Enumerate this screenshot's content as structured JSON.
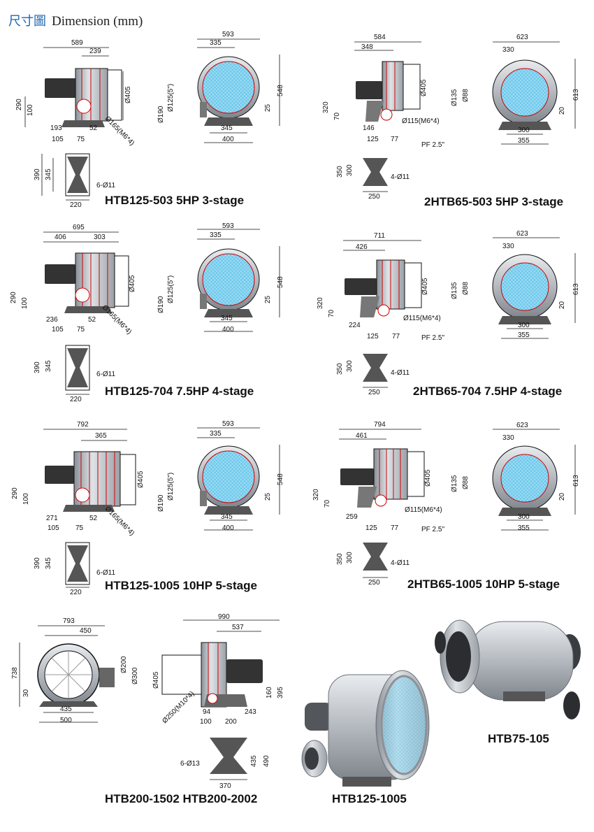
{
  "page": {
    "title_cjk": "尺寸圖",
    "title_en": "Dimension (mm)"
  },
  "blocks": [
    {
      "id": "htb125-503",
      "title": "HTB125-503 5HP 3-stage",
      "side_view": {
        "overall": "589",
        "outlet": "239",
        "diameter": "Ø405",
        "height": "290",
        "center": "100",
        "motor": "193",
        "offset": "52",
        "flange": "Ø165(M6*4)"
      },
      "front_view": {
        "width": "593",
        "half": "335",
        "inlet": "Ø125(5\")",
        "inlet_flange": "Ø190",
        "height": "548",
        "base_h": "25",
        "base_in": "345",
        "base_out": "400"
      },
      "base_view": {
        "a": "105",
        "b": "75",
        "outer": "390",
        "inner": "345",
        "holes": "6-Ø11",
        "width": "220"
      }
    },
    {
      "id": "2htb65-503",
      "title": "2HTB65-503 5HP 3-stage",
      "side_view": {
        "overall": "584",
        "outlet": "348",
        "diameter": "Ø405",
        "height": "320",
        "center": "70",
        "motor": "146",
        "flange": "Ø115(M6*4)",
        "a": "125",
        "b": "77",
        "pf": "PF 2.5\""
      },
      "front_view": {
        "width": "623",
        "half": "330",
        "inlet": "Ø135",
        "inlet_in": "Ø88",
        "height": "613",
        "base_h": "20",
        "base_in": "300",
        "base_out": "355"
      },
      "base_view": {
        "outer": "350",
        "inner": "300",
        "holes": "4-Ø11",
        "width": "250"
      }
    },
    {
      "id": "htb125-704",
      "title": "HTB125-704 7.5HP 4-stage",
      "side_view": {
        "overall": "695",
        "motor_len": "406",
        "outlet": "303",
        "diameter": "Ø405",
        "height": "290",
        "center": "100",
        "motor": "236",
        "offset": "52",
        "flange": "Ø165(M6*4)"
      },
      "front_view": {
        "width": "593",
        "half": "335",
        "inlet": "Ø125(5\")",
        "inlet_flange": "Ø190",
        "height": "548",
        "base_h": "25",
        "base_in": "345",
        "base_out": "400"
      },
      "base_view": {
        "a": "105",
        "b": "75",
        "outer": "390",
        "inner": "345",
        "holes": "6-Ø11",
        "width": "220"
      }
    },
    {
      "id": "2htb65-704",
      "title": "2HTB65-704 7.5HP 4-stage",
      "side_view": {
        "overall": "711",
        "outlet": "426",
        "diameter": "Ø405",
        "height": "320",
        "center": "70",
        "motor": "224",
        "flange": "Ø115(M6*4)",
        "a": "125",
        "b": "77",
        "pf": "PF 2.5\""
      },
      "front_view": {
        "width": "623",
        "half": "330",
        "inlet": "Ø135",
        "inlet_in": "Ø88",
        "height": "613",
        "base_h": "20",
        "base_in": "300",
        "base_out": "355"
      },
      "base_view": {
        "outer": "350",
        "inner": "300",
        "holes": "4-Ø11",
        "width": "250"
      }
    },
    {
      "id": "htb125-1005",
      "title": "HTB125-1005 10HP 5-stage",
      "side_view": {
        "overall": "792",
        "outlet": "365",
        "diameter": "Ø405",
        "height": "290",
        "center": "100",
        "motor": "271",
        "offset": "52",
        "flange": "Ø165(M6*4)"
      },
      "front_view": {
        "width": "593",
        "half": "335",
        "inlet": "Ø125(5\")",
        "inlet_flange": "Ø190",
        "height": "548",
        "base_h": "25",
        "base_in": "345",
        "base_out": "400"
      },
      "base_view": {
        "a": "105",
        "b": "75",
        "outer": "390",
        "inner": "345",
        "holes": "6-Ø11",
        "width": "220"
      }
    },
    {
      "id": "2htb65-1005",
      "title": "2HTB65-1005 10HP 5-stage",
      "side_view": {
        "overall": "794",
        "outlet": "461",
        "diameter": "Ø405",
        "height": "320",
        "center": "70",
        "motor": "259",
        "flange": "Ø115(M6*4)",
        "a": "125",
        "b": "77",
        "pf": "PF 2.5\""
      },
      "front_view": {
        "width": "623",
        "half": "330",
        "inlet": "Ø135",
        "inlet_in": "Ø88",
        "height": "613",
        "base_h": "20",
        "base_in": "300",
        "base_out": "355"
      },
      "base_view": {
        "outer": "350",
        "inner": "300",
        "holes": "4-Ø11",
        "width": "250"
      }
    }
  ],
  "big_block": {
    "title": "HTB200-1502 HTB200-2002",
    "front": {
      "width": "793",
      "half": "450",
      "height": "738",
      "base_h": "30",
      "base_in": "435",
      "base_out": "500",
      "d1": "Ø200",
      "d2": "Ø300"
    },
    "side": {
      "overall": "990",
      "outlet": "537",
      "diameter": "Ø405",
      "flange": "Ø250(M10*4)",
      "a": "94",
      "b": "100",
      "c": "200",
      "d": "243",
      "h1": "160",
      "h2": "395"
    },
    "base": {
      "holes": "6-Ø13",
      "inner": "435",
      "outer": "490",
      "width": "370"
    }
  },
  "photos": [
    {
      "label": "HTB125-1005"
    },
    {
      "label": "HTB75-105"
    }
  ]
}
